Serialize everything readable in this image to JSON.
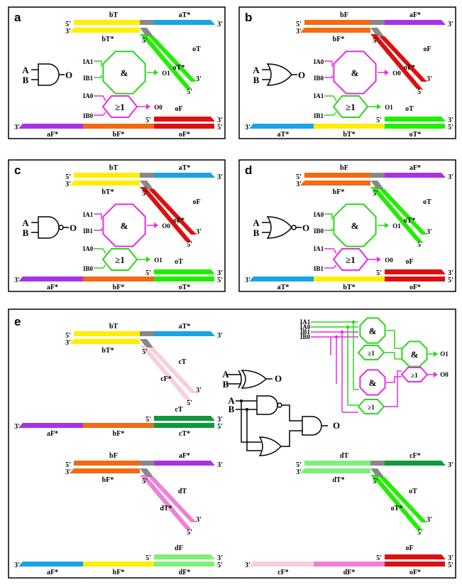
{
  "colors": {
    "yellow": "#FFEE00",
    "blue": "#1AA3E6",
    "gray": "#888888",
    "green": "#22EE00",
    "red": "#DD0F0F",
    "purple": "#A733E6",
    "orange": "#F26A12",
    "pink_light": "#F8CFDA",
    "dark_green": "#0E9A3C",
    "light_green": "#7EF07A",
    "pink": "#EE80D8",
    "magenta": "#E62CE6",
    "gate_green": "#2BD61A"
  },
  "ends": {
    "five": "5'",
    "three": "3'"
  },
  "panels": [
    {
      "letter": "a",
      "gate_type": "AND",
      "top_left": "bT",
      "top_right": "aT*",
      "top_lower": "bT*",
      "diag_top": "oT",
      "diag_bot": "oT*",
      "bot_left": "aF*",
      "bot_mid": "bF*",
      "bot_right": "oF*",
      "bot_top": "oF",
      "gate_inputs": [
        "A",
        "B"
      ],
      "gate_output": "O",
      "g1_label": "&",
      "g1_inputs": [
        "IA1",
        "IB1"
      ],
      "g1_output": "O1",
      "g2_label": "≥1",
      "g2_inputs": [
        "IA0",
        "IB0"
      ],
      "g2_output": "O0"
    },
    {
      "letter": "b",
      "gate_type": "OR",
      "top_left": "bF",
      "top_right": "aF*",
      "top_lower": "bF*",
      "diag_top": "oF",
      "diag_bot": "oF*",
      "bot_left": "aT*",
      "bot_mid": "bT*",
      "bot_right": "oT*",
      "bot_top": "oT",
      "gate_inputs": [
        "A",
        "B"
      ],
      "gate_output": "O",
      "g1_label": "&",
      "g1_inputs": [
        "IA0",
        "IB0"
      ],
      "g1_output": "O0",
      "g2_label": "≥1",
      "g2_inputs": [
        "IA1",
        "IB1"
      ],
      "g2_output": "O1"
    },
    {
      "letter": "c",
      "gate_type": "NAND",
      "top_left": "bT",
      "top_right": "aT*",
      "top_lower": "bT*",
      "diag_top": "oF",
      "diag_bot": "oF*",
      "bot_left": "aF*",
      "bot_mid": "bF*",
      "bot_right": "oT*",
      "bot_top": "oT",
      "gate_inputs": [
        "A",
        "B"
      ],
      "gate_output": "O",
      "g1_label": "&",
      "g1_inputs": [
        "IA1",
        "IB1"
      ],
      "g1_output": "O0",
      "g2_label": "≥1",
      "g2_inputs": [
        "IA0",
        "IB0"
      ],
      "g2_output": "O1"
    },
    {
      "letter": "d",
      "gate_type": "NOR",
      "top_left": "bF",
      "top_right": "aF*",
      "top_lower": "bF*",
      "diag_top": "oT",
      "diag_bot": "oT*",
      "bot_left": "aT*",
      "bot_mid": "bT*",
      "bot_right": "oF*",
      "bot_top": "oF",
      "gate_inputs": [
        "A",
        "B"
      ],
      "gate_output": "O",
      "g1_label": "&",
      "g1_inputs": [
        "IA0",
        "IB0"
      ],
      "g1_output": "O1",
      "g2_label": "≥1",
      "g2_inputs": [
        "IA1",
        "IB1"
      ],
      "g2_output": "O0"
    }
  ],
  "panel_e": {
    "letter": "e",
    "gate_inputs": [
      "A",
      "B"
    ],
    "gate_output": "O",
    "circuit_inputs": [
      "IA1",
      "IA0",
      "IB1",
      "IB0"
    ],
    "circuit_outputs": [
      "O1",
      "O0"
    ],
    "gate_labels": [
      "&",
      "≥1",
      "&",
      "≥1",
      "&",
      "≥1"
    ],
    "blocks": [
      {
        "top_left": "bT",
        "top_right": "aT*",
        "top_lower": "bT*",
        "diag_top": "cT",
        "diag_bot": "cF*"
      },
      {
        "bot_left": "aF*",
        "bot_mid": "bF*",
        "bot_right": "cT*",
        "bot_top": "cT"
      },
      {
        "top_left": "bF",
        "top_right": "aF*",
        "top_lower": "bF*",
        "diag_top": "dT",
        "diag_bot": "dT*"
      },
      {
        "bot_left": "aF*",
        "bot_mid": "bF*",
        "bot_right": "dF*",
        "bot_top": "dF"
      },
      {
        "top_left": "dT",
        "top_right": "cF*",
        "top_lower": "dT*",
        "diag_top": "oT",
        "diag_bot": "oT*"
      },
      {
        "bot_left": "cF*",
        "bot_mid": "dF*",
        "bot_right": "oF*",
        "bot_top": "oF"
      }
    ]
  }
}
